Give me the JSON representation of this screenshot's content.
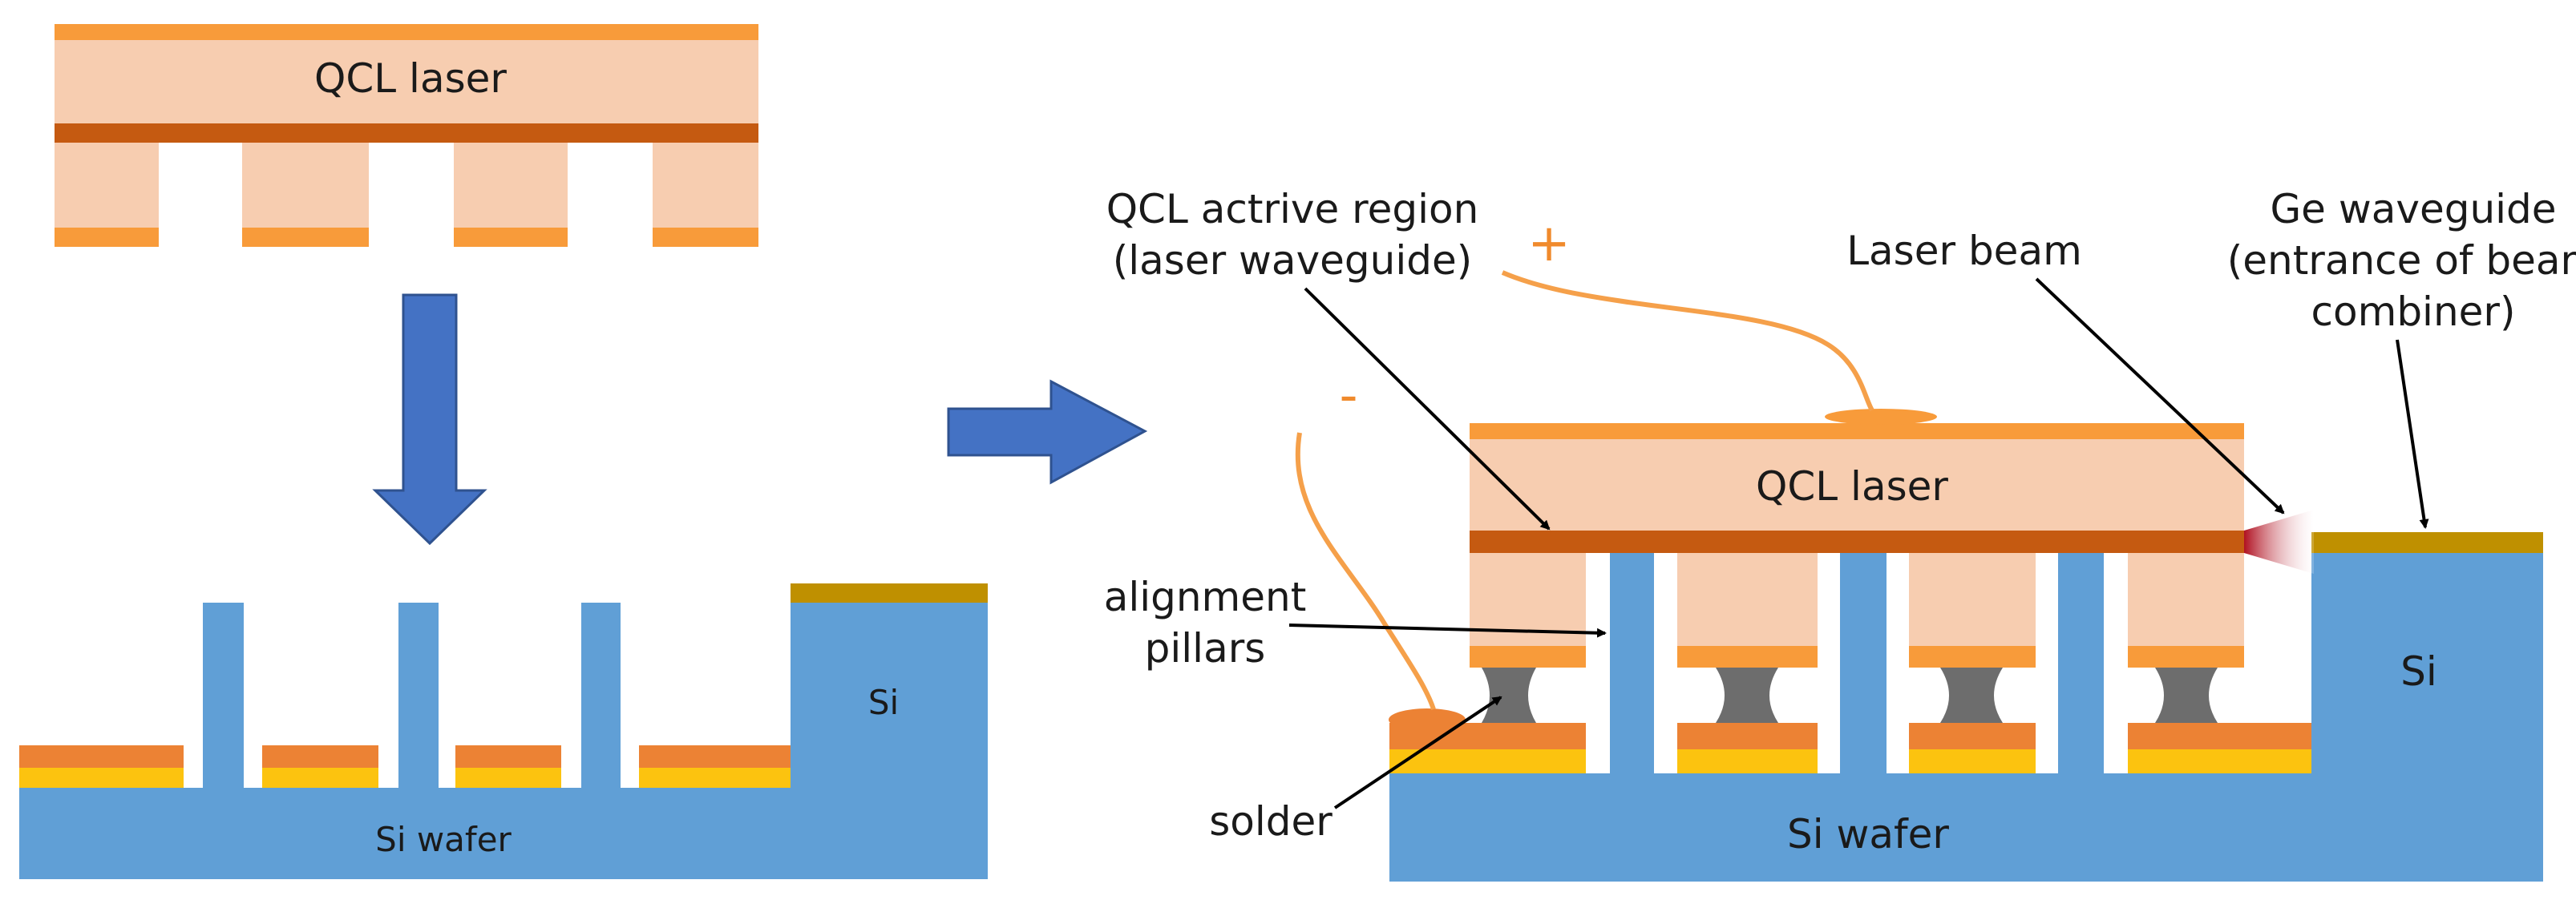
{
  "left": {
    "laser_label": "QCL laser",
    "si_label": "Si",
    "wafer_label": "Si wafer"
  },
  "right": {
    "laser_label": "QCL laser",
    "si_label": "Si",
    "wafer_label": "Si wafer",
    "active_region_line1": "QCL actrive region",
    "active_region_line2": "(laser waveguide)",
    "laser_beam": "Laser beam",
    "ge_line1": "Ge waveguide",
    "ge_line2": "(entrance of beam",
    "ge_line3": "combiner)",
    "pillars_line1": "alignment",
    "pillars_line2": "pillars",
    "solder": "solder",
    "plus": "+",
    "minus": "-"
  },
  "colors": {
    "laser_body": "#f7cdb0",
    "contact_orange": "#f89b3a",
    "active_region": "#c55a11",
    "pad_orange": "#ec8234",
    "pad_yellow": "#fcc30f",
    "silicon": "#609fd6",
    "germanium": "#bf9000",
    "solder": "#6d6d6d",
    "arrow_blue": "#4472c4",
    "wire": "#f5a04a"
  }
}
